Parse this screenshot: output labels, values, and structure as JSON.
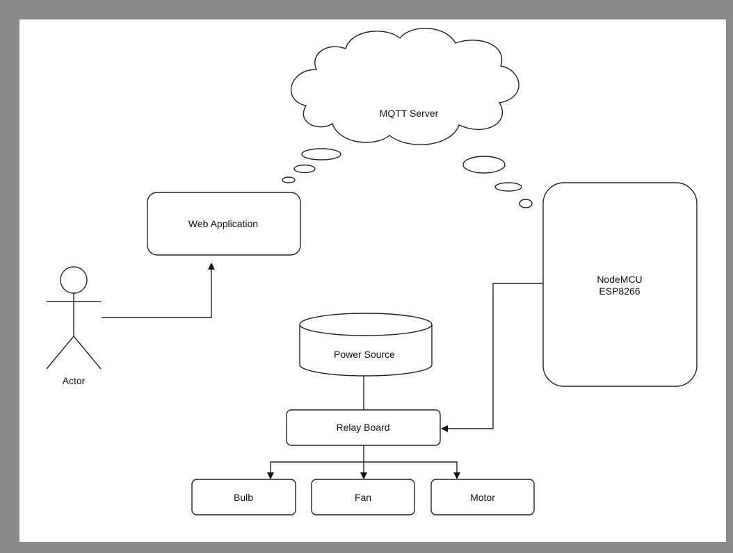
{
  "diagram": {
    "mqtt_server": "MQTT Server",
    "web_application": "Web Application",
    "actor": "Actor",
    "nodemcu_line1": "NodeMCU",
    "nodemcu_line2": "ESP8266",
    "power_source": "Power Source",
    "relay_board": "Relay Board",
    "bulb": "Bulb",
    "fan": "Fan",
    "motor": "Motor"
  },
  "connections": [
    {
      "from": "Actor",
      "to": "Web Application",
      "arrow": true
    },
    {
      "from": "NodeMCU ESP8266",
      "to": "Relay Board",
      "arrow": true
    },
    {
      "from": "Power Source",
      "to": "Relay Board",
      "arrow": false
    },
    {
      "from": "Relay Board",
      "to": "Bulb",
      "arrow": true
    },
    {
      "from": "Relay Board",
      "to": "Fan",
      "arrow": true
    },
    {
      "from": "Relay Board",
      "to": "Motor",
      "arrow": true
    }
  ]
}
